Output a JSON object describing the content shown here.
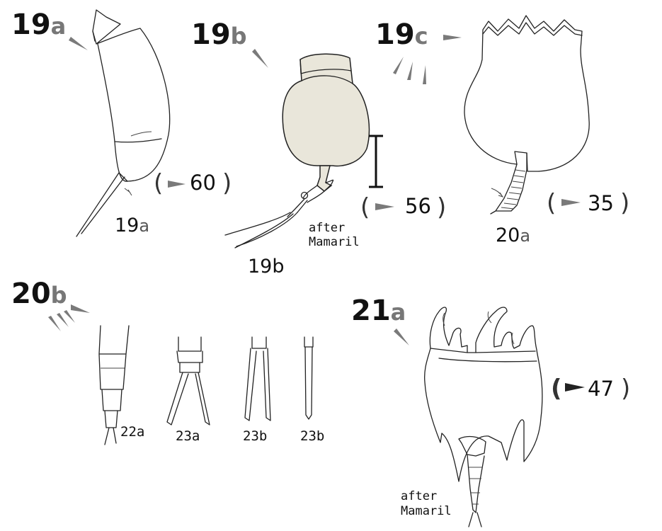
{
  "labels": {
    "fig_19a_title_num": "19",
    "fig_19a_title_letter": "a",
    "fig_19b_title_num": "19",
    "fig_19b_title_letter": "b",
    "fig_19c_title_num": "19",
    "fig_19c_title_letter": "c",
    "fig_20b_title_num": "20",
    "fig_20b_title_letter": "b",
    "fig_21a_title_num": "21",
    "fig_21a_title_letter": "a",
    "fig_19a_caption_num": "19",
    "fig_19a_caption_letter": "a",
    "fig_19b_caption": "19b",
    "fig_20a_caption_num": "20",
    "fig_20a_caption_letter": "a",
    "sub_22a": "22a",
    "sub_23a": "23a",
    "sub_23b_1": "23b",
    "sub_23b_2": "23b"
  },
  "references": {
    "ref_19a": "60",
    "ref_19b": "56",
    "ref_20a": "35",
    "ref_21a": "47"
  },
  "credits": {
    "credit_19b_line1": "after",
    "credit_19b_line2": "Mamaril",
    "credit_21a_line1": "after",
    "credit_21a_line2": "Mamaril"
  },
  "colors": {
    "ink": "#222222",
    "tan_fill": "#e9e6da",
    "wedge_grey": "#7a7a7a"
  }
}
